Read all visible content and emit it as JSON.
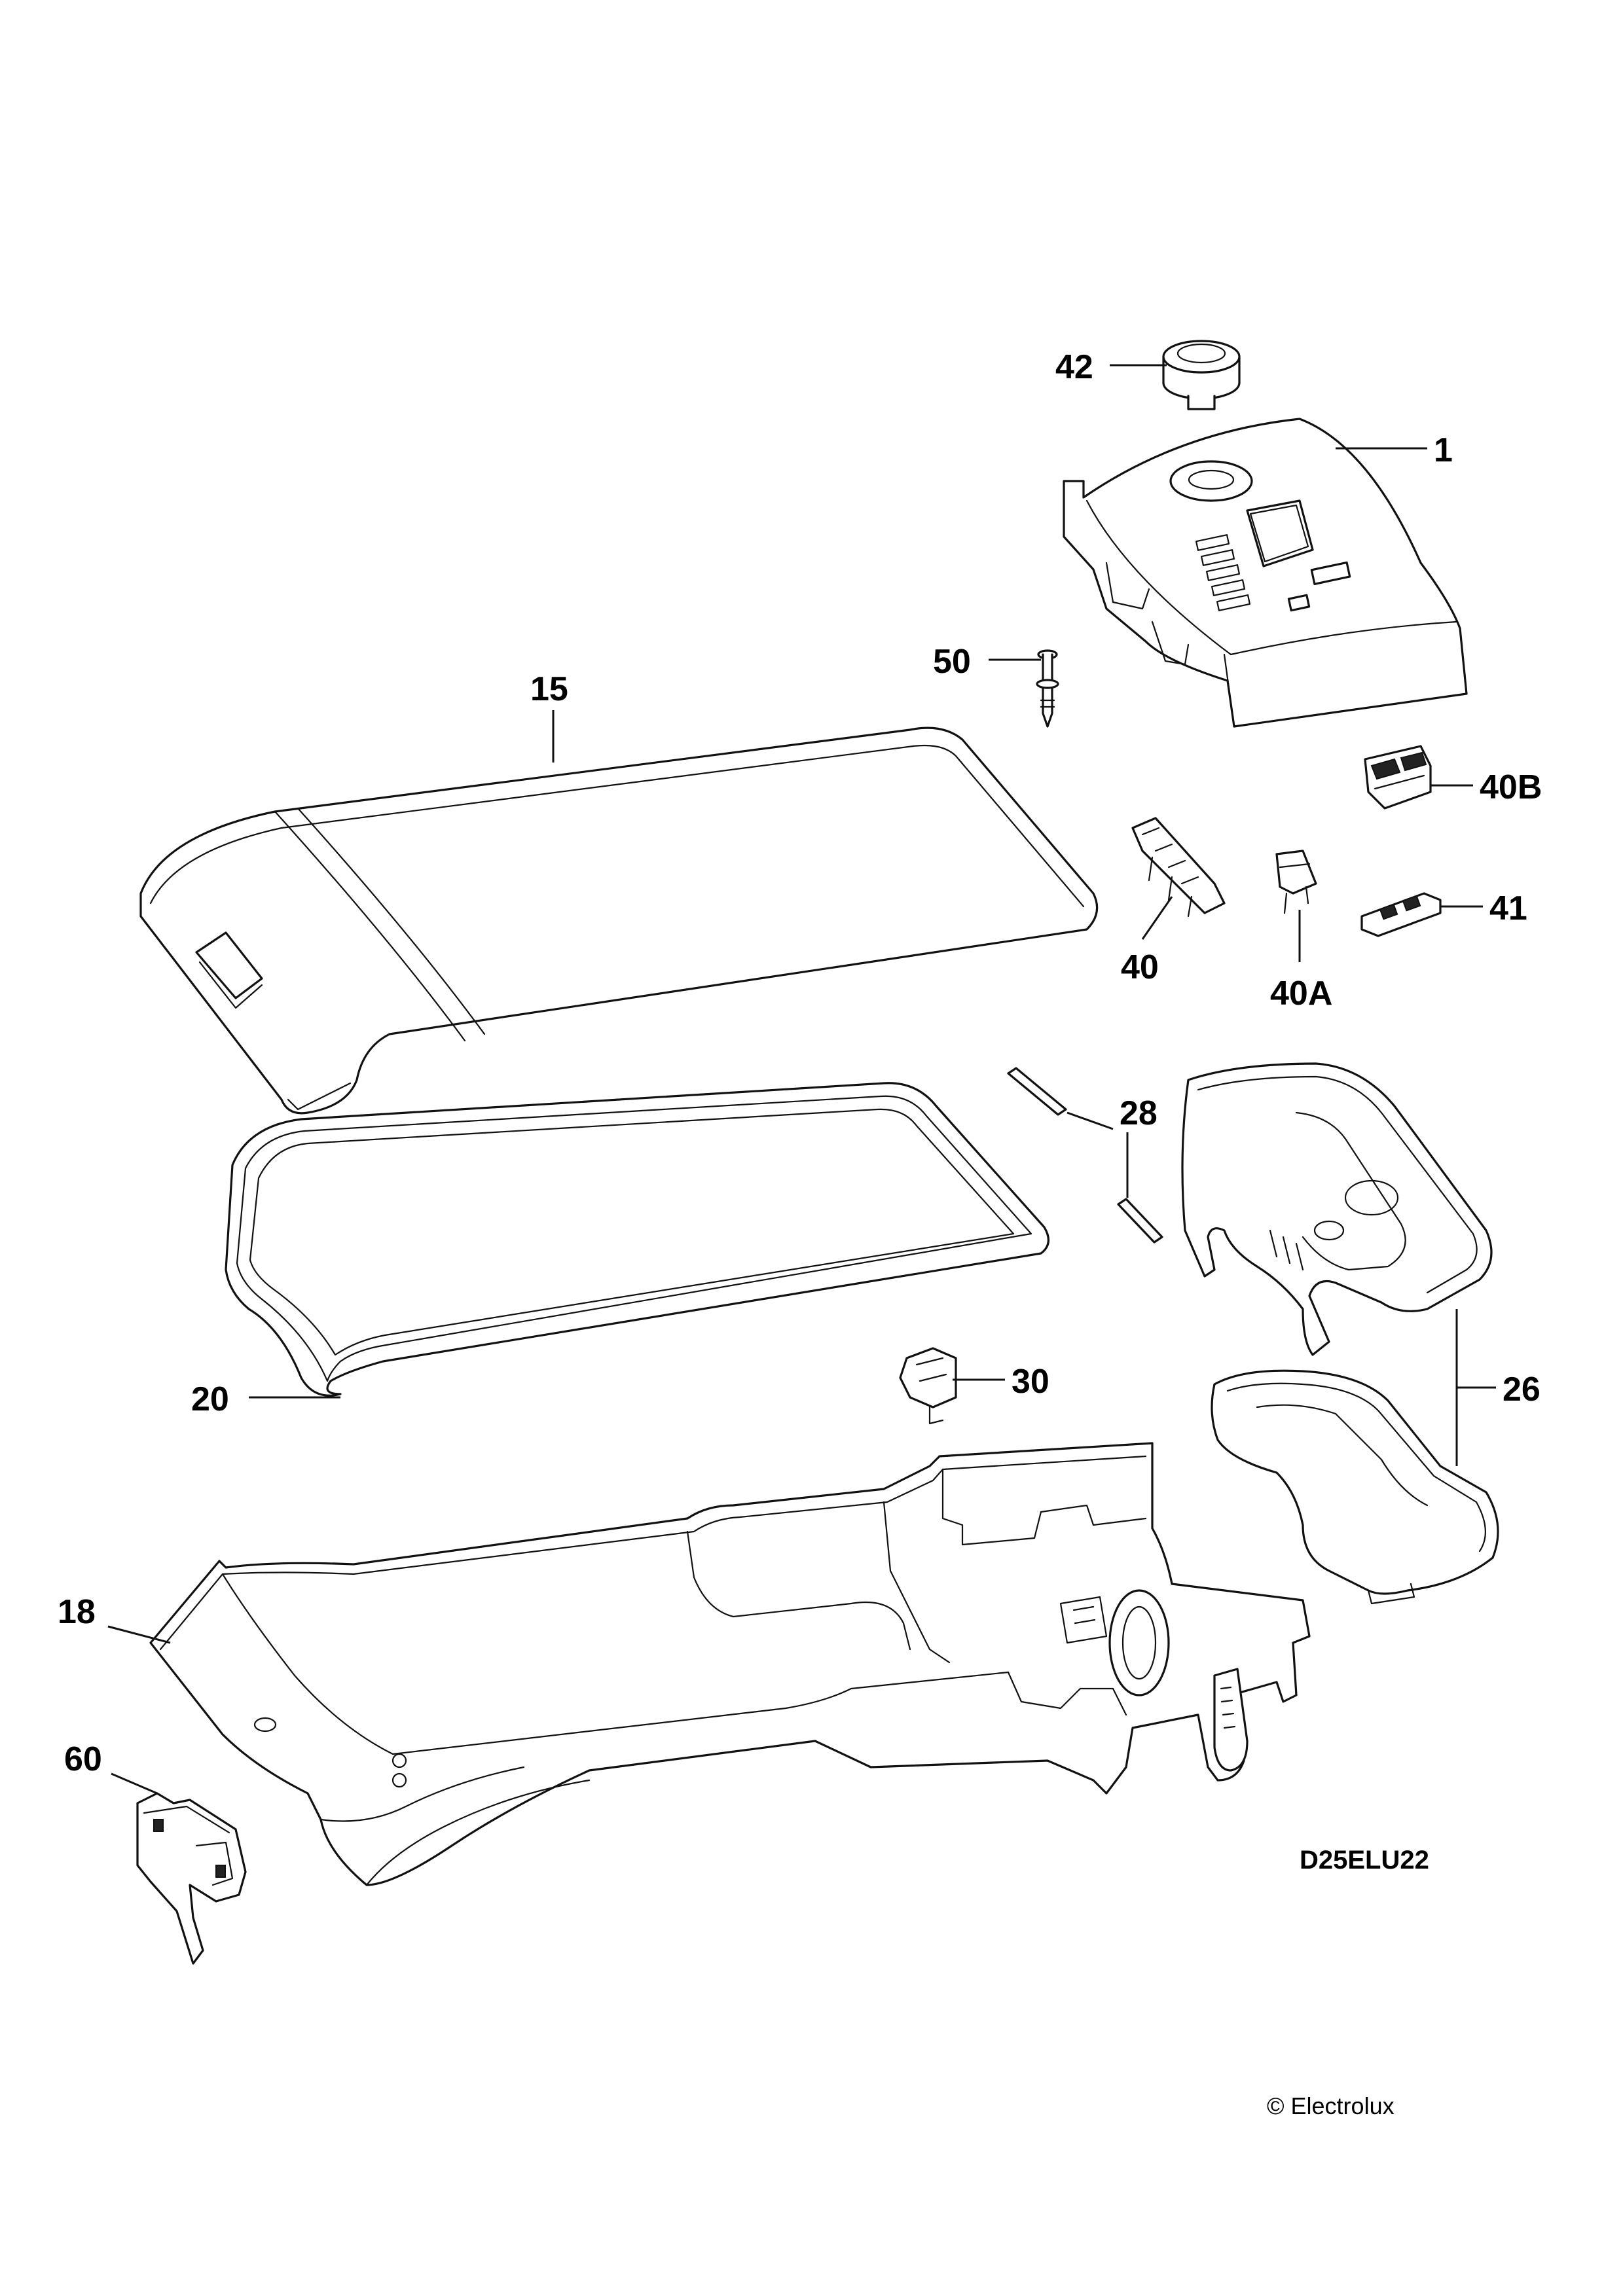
{
  "diagram": {
    "part_callouts": [
      "42",
      "1",
      "50",
      "15",
      "40B",
      "40",
      "40A",
      "41",
      "28",
      "20",
      "30",
      "26",
      "18",
      "60"
    ],
    "drawing_code": "D25ELU22",
    "copyright": "© Electrolux"
  }
}
